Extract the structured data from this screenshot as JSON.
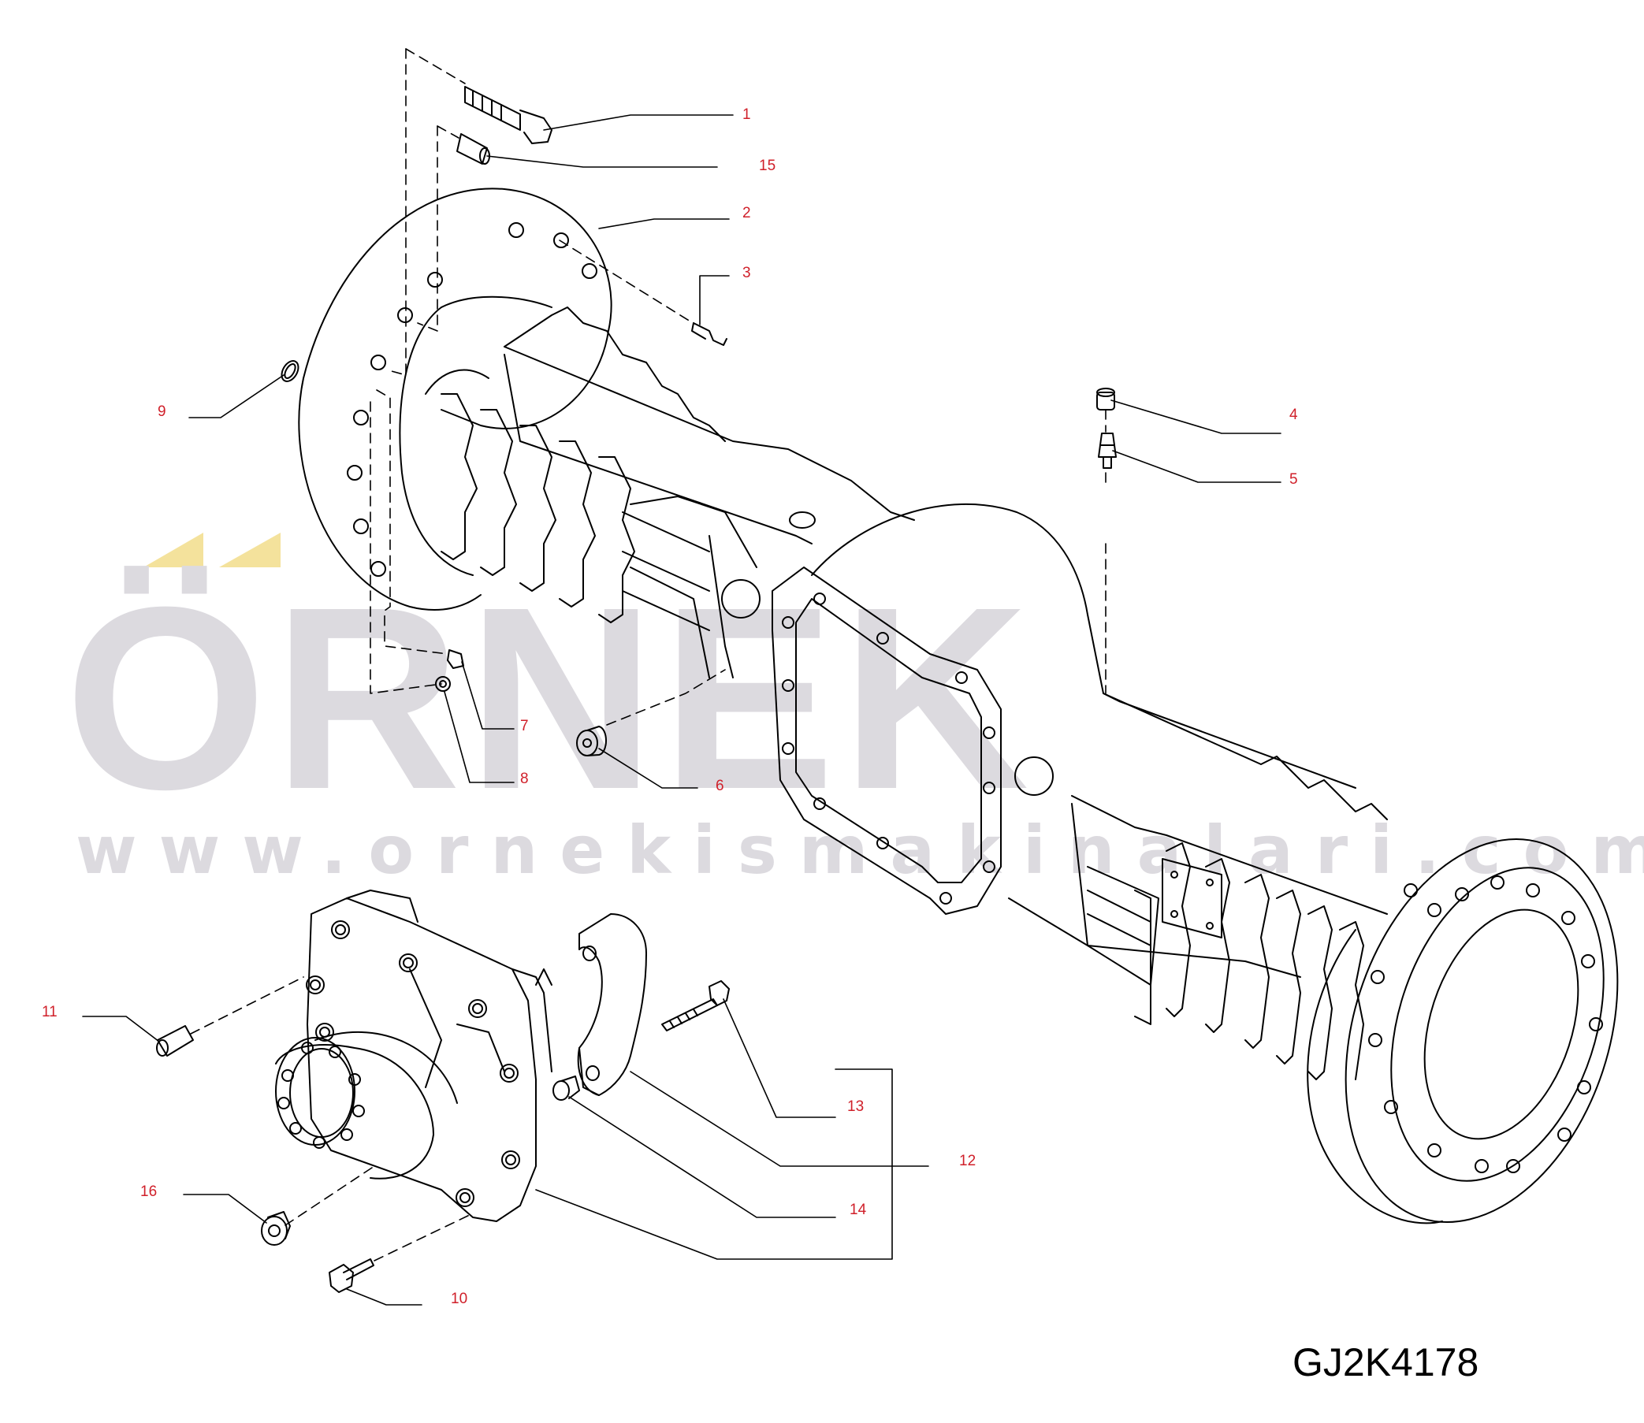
{
  "watermark": {
    "brand": "ÖRNEK",
    "url": "www.ornekismakinalari.com.tr",
    "text_color": "#dcdadf",
    "accent_color": "#f4e29c"
  },
  "drawing_code": "GJ2K4178",
  "callout_color": "#d0202a",
  "line_color": "#000000",
  "callouts": [
    {
      "id": "1",
      "text": "1"
    },
    {
      "id": "2",
      "text": "2"
    },
    {
      "id": "3",
      "text": "3"
    },
    {
      "id": "4",
      "text": "4"
    },
    {
      "id": "5",
      "text": "5"
    },
    {
      "id": "6",
      "text": "6"
    },
    {
      "id": "7",
      "text": "7"
    },
    {
      "id": "8",
      "text": "8"
    },
    {
      "id": "9",
      "text": "9"
    },
    {
      "id": "10",
      "text": "10"
    },
    {
      "id": "11",
      "text": "11"
    },
    {
      "id": "12",
      "text": "12"
    },
    {
      "id": "13",
      "text": "13"
    },
    {
      "id": "14",
      "text": "14"
    },
    {
      "id": "15",
      "text": "15"
    },
    {
      "id": "16",
      "text": "16"
    }
  ]
}
